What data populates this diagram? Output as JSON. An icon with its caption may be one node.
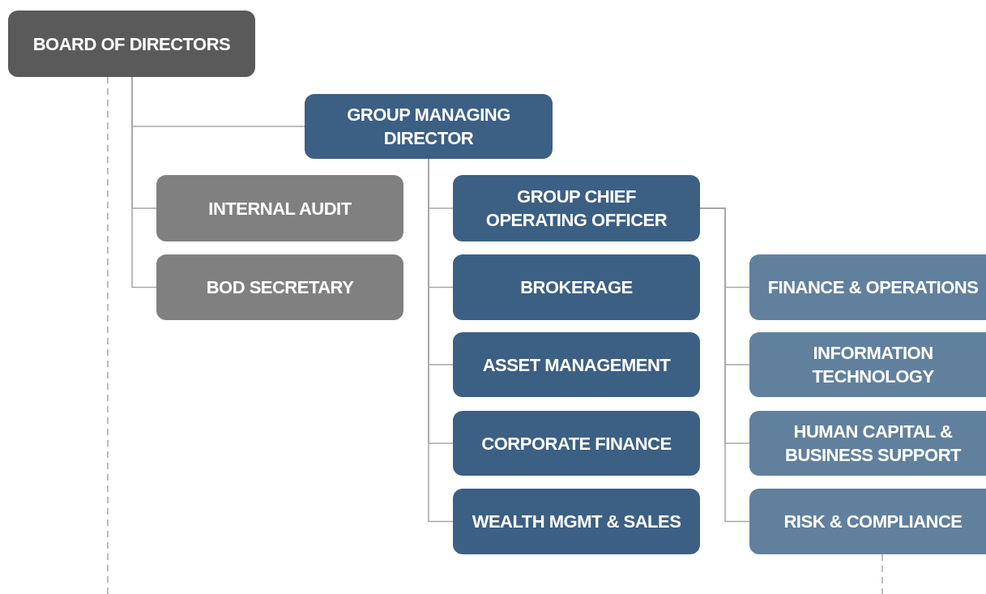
{
  "diagram": {
    "nodes": [
      {
        "text": [
          "BOARD OF DIRECTORS"
        ]
      },
      {
        "text": [
          "GROUP MANAGING DIRECTOR"
        ]
      },
      {
        "text": [
          "INTERNAL AUDIT"
        ]
      },
      {
        "text": [
          "BOD SECRETARY"
        ]
      },
      {
        "text": [
          "GROUP CHIEF OPERATING OFFICER"
        ]
      },
      {
        "text": [
          "BROKERAGE"
        ]
      },
      {
        "text": [
          "ASSET MANAGEMENT"
        ]
      },
      {
        "text": [
          "CORPORATE FINANCE"
        ]
      },
      {
        "text": [
          "WEALTH MGMT & SALES"
        ]
      },
      {
        "text": [
          "FINANCE & OPERATIONS"
        ]
      },
      {
        "text": [
          "INFORMATION TECHNOLOGY"
        ]
      },
      {
        "text": [
          "HUMAN CAPITAL & BUSINESS SUPPORT"
        ]
      },
      {
        "text": [
          "RISK & COMPLIANCE"
        ]
      }
    ],
    "edges": [
      {
        "from": 0,
        "to": 1,
        "arrow": "none"
      },
      {
        "from": 0,
        "to": 2,
        "arrow": "none"
      },
      {
        "from": 0,
        "to": 3,
        "arrow": "none"
      },
      {
        "from": 1,
        "to": 4,
        "arrow": "none"
      },
      {
        "from": 1,
        "to": 5,
        "arrow": "none"
      },
      {
        "from": 1,
        "to": 6,
        "arrow": "none"
      },
      {
        "from": 1,
        "to": 7,
        "arrow": "none"
      },
      {
        "from": 1,
        "to": 8,
        "arrow": "none"
      },
      {
        "from": 4,
        "to": 9,
        "arrow": "none"
      },
      {
        "from": 4,
        "to": 10,
        "arrow": "none"
      },
      {
        "from": 4,
        "to": 11,
        "arrow": "none"
      },
      {
        "from": 4,
        "to": 12,
        "arrow": "none"
      },
      {
        "from": 0,
        "to": null,
        "arrow": "none",
        "style": "dashed"
      },
      {
        "from": 12,
        "to": null,
        "arrow": "none",
        "style": "dashed"
      }
    ]
  }
}
